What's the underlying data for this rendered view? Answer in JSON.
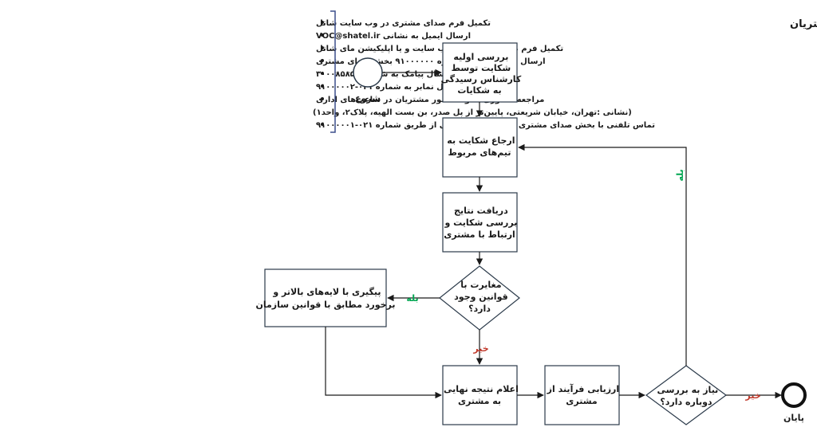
{
  "title": "نمودار فرآیند رسیدگی به شکایات مشتریان",
  "channels": [
    "تکمیل فرم صدای مشتری در وب سایت شاتل",
    "ارسال ایمیل به نشانی VOC@shatel.ir",
    "تکمیل فرم صدای مشتری در وب سایت و یا اپلیکیشن مای شاتل",
    "ارسال پیام صوتی به شماره ۹۱۰۰۰۰۰۰ بخش صدای مشتری",
    "ارسال پیامک به شماره ۳۰۰۰۸۵۸۵۰",
    "ارسال نمابر به شماره ۰۲۱-۹۱۰۰۰۰۰۲",
    "مراجعه حضوری به واحد امور مشتریان در ساعت‌های اداری",
    "(نشانی :تهران، خیابان شریعتی، پایین‌تر از پل صدر، بن بست الهیه، پلاک۲، واحد۱)",
    "تماس تلفنی با بخش صدای مشتری در ساعت‌های اداری از طریق شماره ۰۲۱-۹۱۰۰۰۰۰۱"
  ],
  "nodes": {
    "start": "شروع",
    "end": "پایان",
    "initial_review": [
      "بررسی اولیه",
      "شکایت توسط",
      "کارشناس رسیدگی",
      "به شکایات"
    ],
    "refer": [
      "ارجاع شکایت به",
      "تیم‌های مربوط"
    ],
    "receive_results": [
      "دریافت نتایج",
      "بررسی شکایت و",
      "ارتباط با مشتری"
    ],
    "law_conflict": [
      "مغایرت با",
      "قوانین وجود",
      "دارد؟"
    ],
    "escalate": [
      "پیگیری با لایه‌های بالاتر و",
      "برخورد مطابق با قوانین سازمان"
    ],
    "announce": [
      "اعلام نتیجه نهایی",
      "به مشتری"
    ],
    "evaluate": [
      "ارزیابی فرآیند از",
      "مشتری"
    ],
    "need_review": [
      "نیاز به بررسی",
      "دوباره دارد؟"
    ]
  },
  "labels": {
    "yes": "بله",
    "no": "خیر"
  },
  "colors": {
    "yes": "#00a651",
    "no": "#c0392b",
    "stroke": "#2b3a4a",
    "bracket": "#3b4f8c"
  }
}
